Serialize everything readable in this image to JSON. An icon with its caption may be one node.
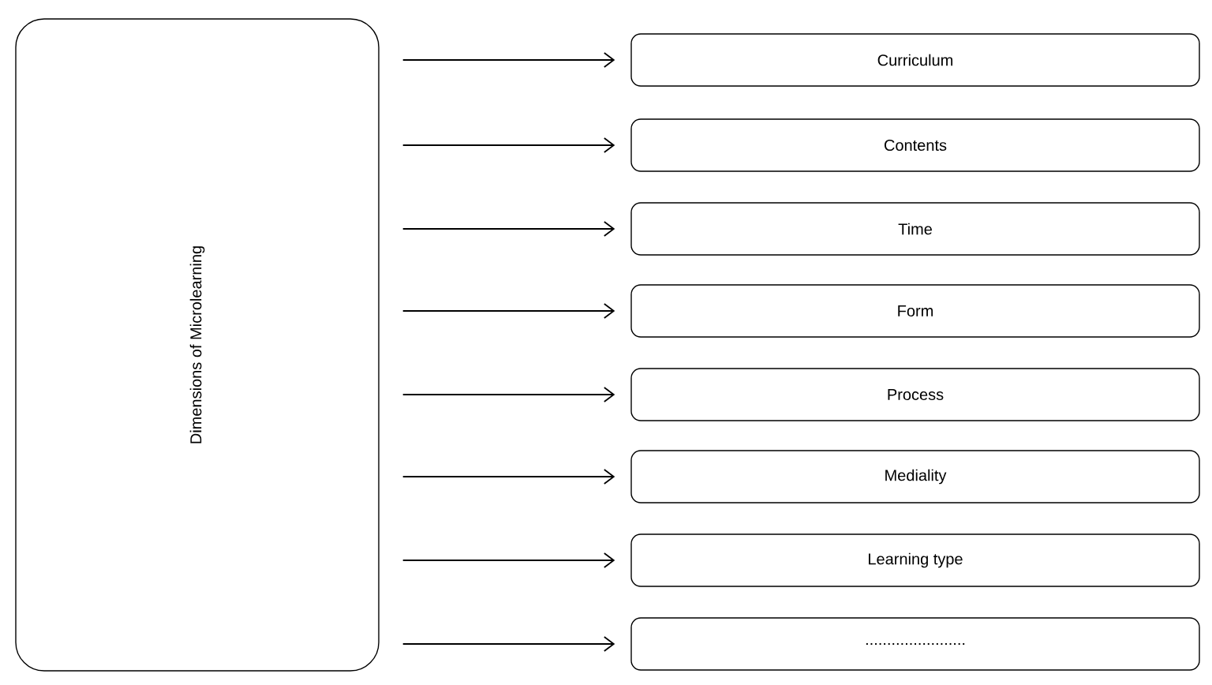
{
  "diagram": {
    "nodes": [
      {
        "text": [
          "Dimensions of Microlearning"
        ]
      },
      {
        "text": [
          "Curriculum"
        ]
      },
      {
        "text": [
          "Contents"
        ]
      },
      {
        "text": [
          "Time"
        ]
      },
      {
        "text": [
          "Form"
        ]
      },
      {
        "text": [
          "Process"
        ]
      },
      {
        "text": [
          "Mediality"
        ]
      },
      {
        "text": [
          "Learning type"
        ]
      },
      {
        "text": [
          "......................."
        ]
      }
    ],
    "edges": [
      {
        "from": 0,
        "to": 1,
        "arrow": "to"
      },
      {
        "from": 0,
        "to": 2,
        "arrow": "to"
      },
      {
        "from": 0,
        "to": 3,
        "arrow": "to"
      },
      {
        "from": 0,
        "to": 4,
        "arrow": "to"
      },
      {
        "from": 0,
        "to": 5,
        "arrow": "to"
      },
      {
        "from": 0,
        "to": 6,
        "arrow": "to"
      },
      {
        "from": 0,
        "to": 7,
        "arrow": "to"
      },
      {
        "from": 0,
        "to": 8,
        "arrow": "to"
      }
    ]
  }
}
